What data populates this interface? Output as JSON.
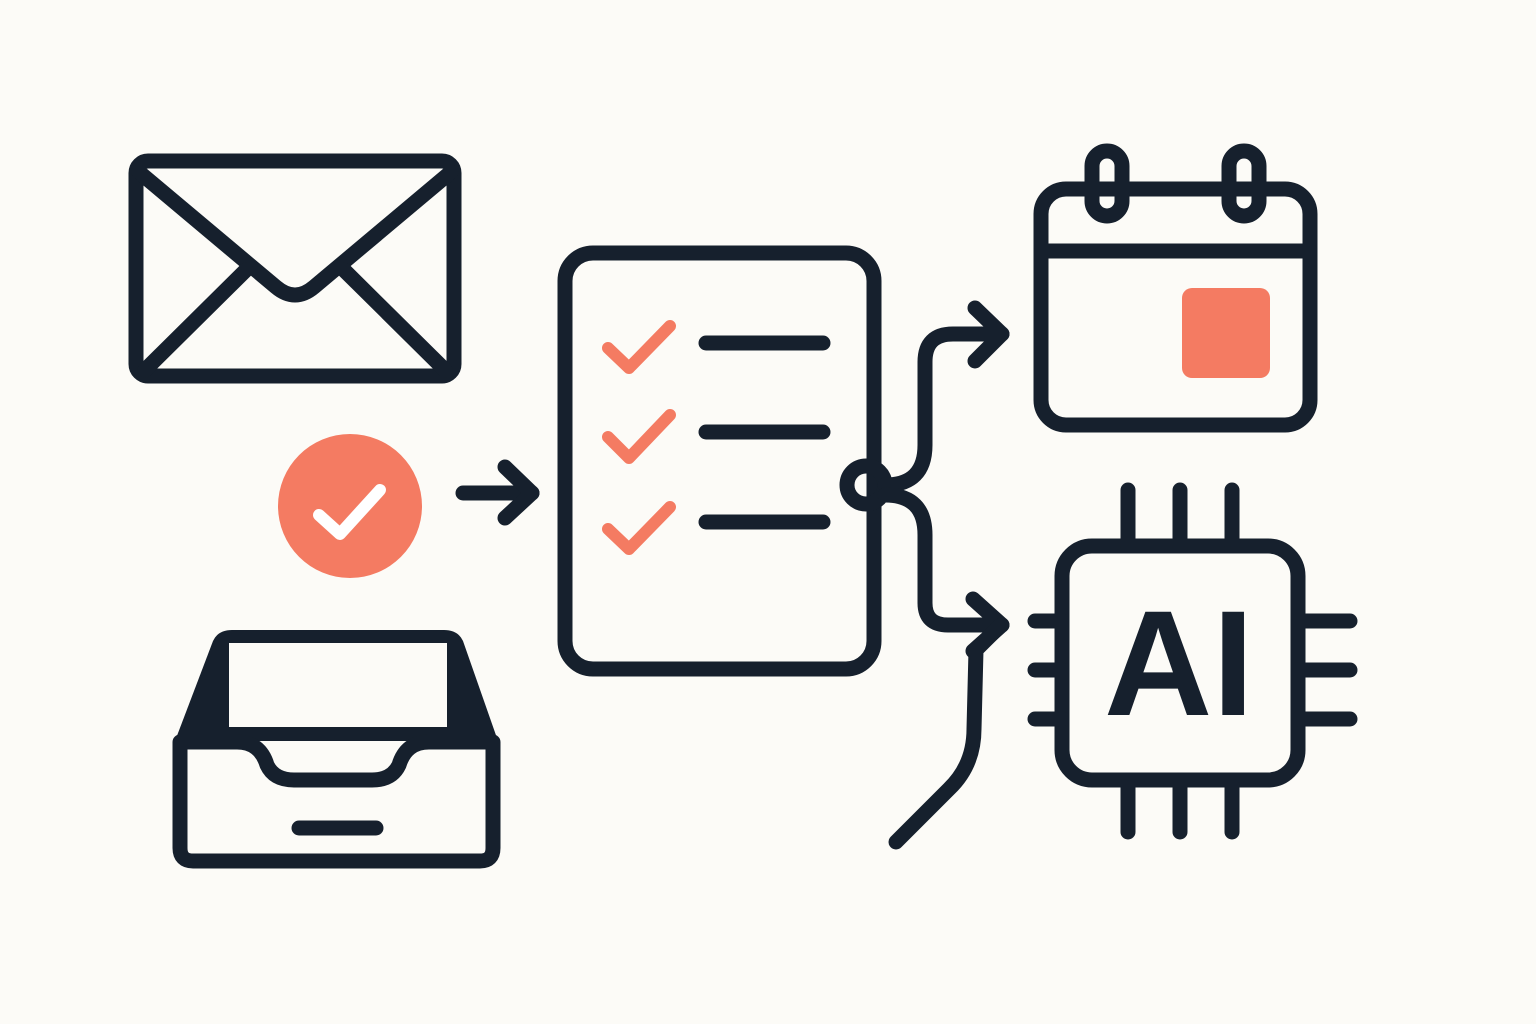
{
  "colors": {
    "background": "#fcfbf7",
    "ink": "#16202d",
    "accent": "#f47b62",
    "white": "#ffffff"
  },
  "nodes": {
    "email": {
      "icon": "envelope-icon"
    },
    "approval": {
      "icon": "check-circle-icon"
    },
    "inbox": {
      "icon": "inbox-tray-icon"
    },
    "checklist": {
      "icon": "checklist-document-icon",
      "items_checked": 3
    },
    "calendar": {
      "icon": "calendar-icon"
    },
    "ai_chip": {
      "icon": "ai-chip-icon",
      "label": "AI"
    }
  },
  "connectors": [
    {
      "from": "approval",
      "to": "checklist",
      "icon": "arrow-right-icon"
    },
    {
      "from": "checklist",
      "to": "calendar",
      "icon": "arrow-right-icon"
    },
    {
      "from": "checklist",
      "to": "ai_chip",
      "icon": "arrow-right-icon"
    },
    {
      "from": "external",
      "to": "ai_chip",
      "icon": "arrow-path-icon"
    }
  ]
}
